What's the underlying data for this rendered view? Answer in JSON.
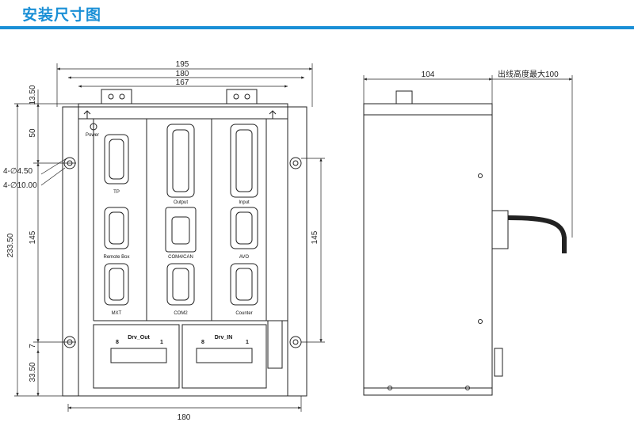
{
  "header": {
    "title": "安装尺寸图",
    "accent_color": "#1a8fd6"
  },
  "front_view": {
    "dims": {
      "overall_width": "195",
      "plate_width": "180",
      "inner_width": "167",
      "bottom_width": "180",
      "overall_height": "233.50",
      "top_offset": "13.50",
      "upper_section": "50",
      "hole_pitch_left": "145",
      "hole_pitch_right": "145",
      "lower_gap": "7",
      "bottom_section": "33.50",
      "hole_small": "4-∅4.50",
      "hole_large": "4-∅10.00"
    },
    "labels": {
      "power": "Power",
      "tp": "TP",
      "remote_box": "Remote Box",
      "mxt": "MXT",
      "output": "Output",
      "com4_can": "COM4/CAN",
      "com2": "COM2",
      "input": "Input",
      "avo": "AVO",
      "counter": "Counter",
      "drv_out": "Drv_Out",
      "drv_in": "Drv_IN",
      "pin_8_a": "8",
      "pin_1_a": "1",
      "pin_8_b": "8",
      "pin_1_b": "1"
    }
  },
  "side_view": {
    "dims": {
      "depth": "104",
      "max_wire_height": "出线高度最大100"
    }
  }
}
